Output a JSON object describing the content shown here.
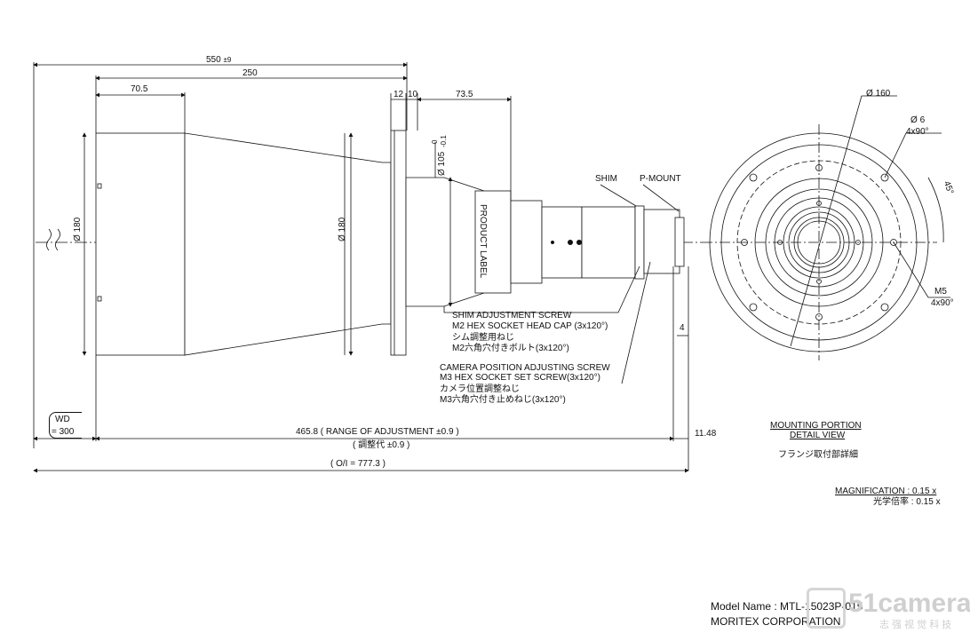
{
  "dimensions": {
    "overall": "550",
    "overall_tol": "±9",
    "length_250": "250",
    "length_70_5": "70.5",
    "flange_12": "12",
    "flange_10": "10",
    "length_73_5": "73.5",
    "dia_front": "180",
    "dia_mid": "180",
    "dia_flange": "105",
    "dia_flange_tol_upper": "0",
    "dia_flange_tol_lower": "-0.1",
    "gap_4": "4",
    "backfocus": "11.48",
    "adjust_range": "465.8 ( RANGE OF ADJUSTMENT ±0.9 )",
    "adjust_range_jp": "( 調整代 ±0.9 )",
    "oi": "( O/I = 777.3 )",
    "wd_label": "WD",
    "wd_value": "= 300"
  },
  "labels": {
    "product_label": "PRODUCT LABEL",
    "shim": "SHIM",
    "pmount": "P-MOUNT",
    "shim_screw_1": "SHIM ADJUSTMENT SCREW",
    "shim_screw_2": "M2 HEX SOCKET HEAD CAP (3x120°)",
    "shim_screw_3": "シム調整用ねじ",
    "shim_screw_4": "M2六角穴付きボルト(3x120°)",
    "cam_screw_1": "CAMERA POSITION ADJUSTING SCREW",
    "cam_screw_2": "M3 HEX SOCKET SET SCREW(3x120°)",
    "cam_screw_3": "カメラ位置調整ねじ",
    "cam_screw_4": "M3六角穴付き止めねじ(3x120°)"
  },
  "detail": {
    "dia_160": "160",
    "dia_6": "6",
    "holes_6": "4x90°",
    "angle": "45°",
    "m5": "M5",
    "holes_m5": "4x90°",
    "title_1": "MOUNTING PORTION",
    "title_2": "DETAIL VIEW",
    "title_jp": "フランジ取付部詳細"
  },
  "magnification": {
    "en": "MAGNIFICATION : 0.15 x",
    "jp": "光学倍率 : 0.15 x"
  },
  "footer": {
    "model": "Model Name : MTL-15023P-015",
    "company": "MORITEX CORPORATION",
    "watermark": "51camera",
    "watermark_sub": "志 强 视 觉 科 技"
  }
}
